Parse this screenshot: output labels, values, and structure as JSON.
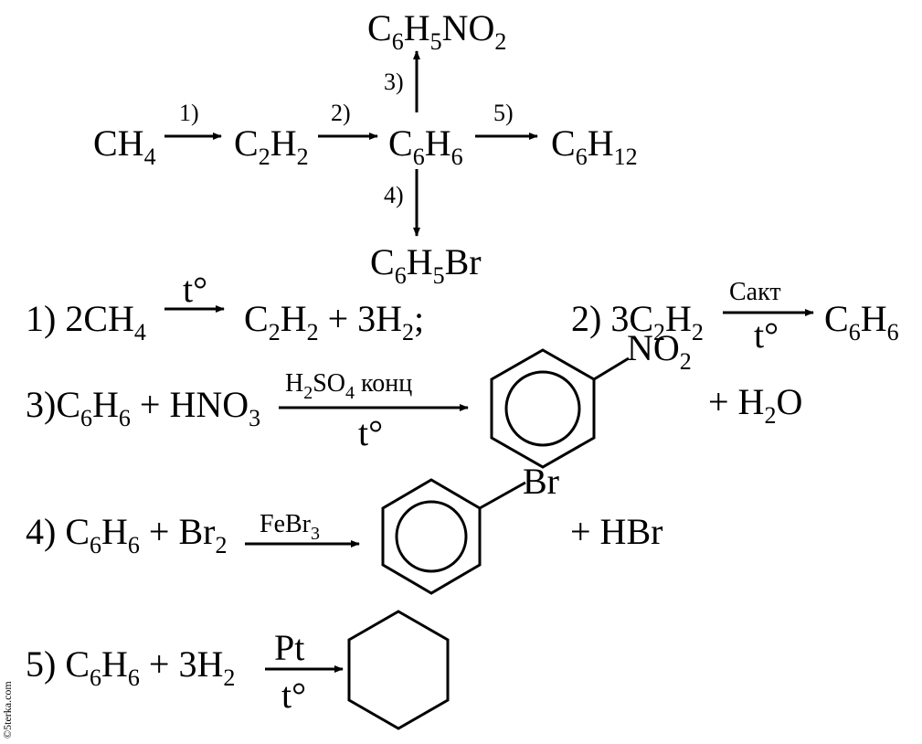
{
  "scheme": {
    "ch4": [
      "CH",
      "4"
    ],
    "c2h2": [
      "C",
      "2",
      "H",
      "2"
    ],
    "c6h6": [
      "C",
      "6",
      "H",
      "6"
    ],
    "c6h12": [
      "C",
      "6",
      "H",
      "12"
    ],
    "c6h5no2": [
      "C",
      "6",
      "H",
      "5",
      "NO",
      "2"
    ],
    "c6h5br": [
      "C",
      "6",
      "H",
      "5",
      "Br"
    ],
    "step_labels": [
      "1)",
      "2)",
      "3)",
      "4)",
      "5)"
    ]
  },
  "reactions": [
    {
      "num": "1) 2CH",
      "num_sub": "4",
      "condition": "t°",
      "product": [
        "C",
        "2",
        "H",
        "2",
        " + 3H",
        "2",
        ";"
      ]
    },
    {
      "lhs": [
        "2) 3C",
        "2",
        "H",
        "2"
      ],
      "cond_top": "Сакт",
      "cond_bottom": "t°",
      "product": [
        "C",
        "6",
        "H",
        "6"
      ]
    },
    {
      "lhs": [
        "3)C",
        "6",
        "H",
        "6",
        " + HNO",
        "3"
      ],
      "cond_top": [
        "H",
        "2",
        "SO",
        "4",
        " конц"
      ],
      "cond_bottom": "t°",
      "substituent": [
        "NO",
        "2"
      ],
      "tail": [
        "+ H",
        "2",
        "O"
      ]
    },
    {
      "lhs": [
        "4) C",
        "6",
        "H",
        "6",
        " + Br",
        "2"
      ],
      "cond_top": [
        "FeBr",
        "3"
      ],
      "substituent": "Br",
      "tail": "+ HBr"
    },
    {
      "lhs": [
        "5) C",
        "6",
        "H",
        "6",
        " + 3H",
        "2"
      ],
      "cond_top": "Pt",
      "cond_bottom": "t°"
    }
  ],
  "watermark": "©5terka.com"
}
